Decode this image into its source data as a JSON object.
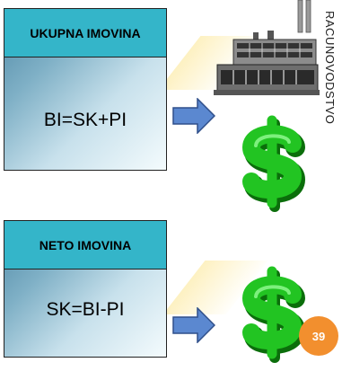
{
  "sections": [
    {
      "title": "UKUPNA IMOVINA",
      "formula": "BI=SK+PI"
    },
    {
      "title": "NETO IMOVINA",
      "formula": "SK=BI-PI"
    }
  ],
  "side_label": "RACUNOVODSTVO",
  "page_number": "39",
  "colors": {
    "box_header": "#34b5c9",
    "arrow": "#5b88d0",
    "dollar": "#22c422",
    "badge": "#f28f2e"
  },
  "icons": [
    "arrow-right-icon",
    "dollar-icon",
    "factory-icon"
  ]
}
